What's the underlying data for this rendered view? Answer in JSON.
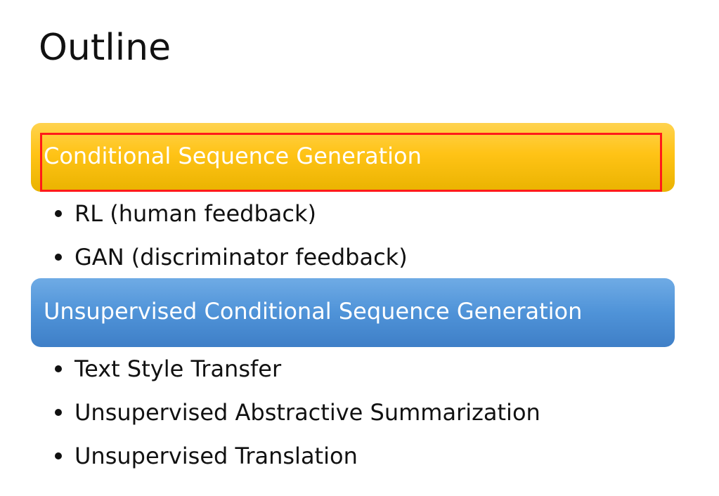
{
  "slide": {
    "title": "Outline",
    "sections": [
      {
        "heading": "Conditional Sequence Generation",
        "color": "#ffc316",
        "items": [
          "RL (human feedback)",
          "GAN (discriminator feedback)"
        ]
      },
      {
        "heading": "Unsupervised Conditional Sequence Generation",
        "color": "#4f93d8",
        "items": [
          "Text Style Transfer",
          "Unsupervised Abstractive Summarization",
          "Unsupervised Translation"
        ]
      }
    ],
    "highlight_color": "#ff1a1a"
  }
}
